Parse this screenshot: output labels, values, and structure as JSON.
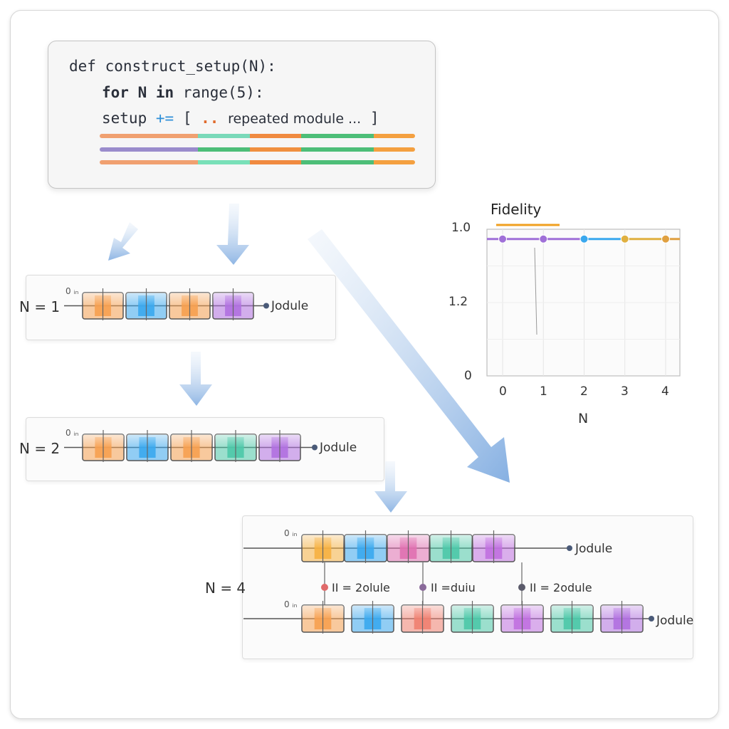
{
  "code": {
    "line1": "def construct_setup(N):",
    "line2_kw": "for N in",
    "line2_rest": " range(5):",
    "line3_kw": "setup",
    "line3_op": "+=",
    "line3_open": "[",
    "line3_dots": "..",
    "line3_text": "repeated module ...",
    "line3_close": "]",
    "bar_colors": [
      [
        "#f0a070",
        "#79d9b9",
        "#f08a40",
        "#4dbe78",
        "#f4a040"
      ],
      [
        "#9a8ccc",
        "#4dbe78",
        "#f09040",
        "#4dbe78",
        "#f4a040"
      ],
      [
        "#f0a070",
        "#79e0b8",
        "#f08a40",
        "#4dbe78",
        "#f4a040"
      ]
    ]
  },
  "rows": {
    "n1": {
      "label": "N = 1",
      "module": "Jodule",
      "small": "0 ᵢₙ",
      "blocks": [
        "#f6a050",
        "#3aa8ee",
        "#f6a050",
        "#b070e0"
      ]
    },
    "n2": {
      "label": "N = 2",
      "module": "Jodule",
      "small": "0 ᵢₙ",
      "blocks": [
        "#f6a050",
        "#3aa8ee",
        "#f6a050",
        "#4cc8a8",
        "#b070e0"
      ]
    },
    "n4": {
      "label": "N = 4",
      "top": {
        "module": "Jodule",
        "small": "0 ᵢₙ",
        "blocks": [
          "#f6b040",
          "#3aa8ee",
          "#e070b0",
          "#4cc8a8",
          "#c070e0"
        ]
      },
      "mid": [
        "II = 2olule",
        "II =duiu",
        "II = 2odule"
      ],
      "bottom": {
        "module": "Jodule",
        "small": "0 ᵢₙ",
        "blocks": [
          "#f6a050",
          "#3aa8ee",
          "#f08070",
          "#4cc8a8",
          "#c070e0",
          "#4cc8a8",
          "#b070e0"
        ]
      }
    }
  },
  "chart_data": {
    "type": "line",
    "title": "Fidelity",
    "xlabel": "N",
    "ylabel": "",
    "x": [
      0,
      1,
      2,
      3,
      4
    ],
    "xticks": [
      "0",
      "1",
      "2",
      "3",
      "4"
    ],
    "yticks": [
      "1.0",
      "1.2",
      "0"
    ],
    "series": [
      {
        "values": [
          0.98,
          0.98,
          0.98,
          0.98,
          0.98
        ],
        "colors": [
          "#a070d8",
          "#a070d8",
          "#3aa8ee",
          "#e0b040",
          "#e0a040"
        ]
      }
    ],
    "ylim": [
      0,
      1.05
    ],
    "grid": true
  }
}
